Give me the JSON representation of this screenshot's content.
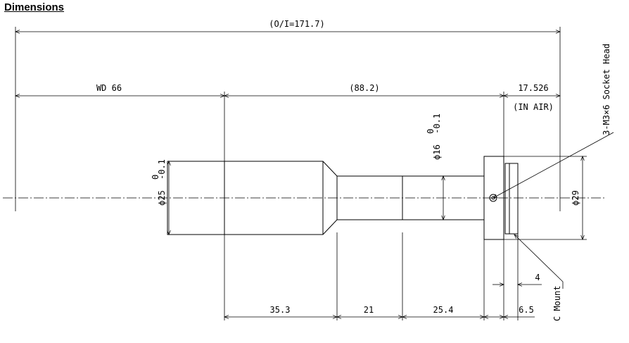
{
  "title": "Dimensions",
  "dims": {
    "overall": "(O/I=171.7)",
    "wd": "WD 66",
    "mid": "(88.2)",
    "back": "17.526",
    "in_air": "(IN AIR)",
    "d35": "35.3",
    "d21": "21",
    "d254": "25.4",
    "d65": "6.5",
    "d4": "4",
    "phi25": "ϕ25",
    "phi16": "ϕ16",
    "phi29": "ϕ29",
    "tol_top": "0",
    "tol_bot": "-0.1"
  },
  "callouts": {
    "socket": "3-M3×6 Socket Head",
    "cmount": "C Mount"
  }
}
